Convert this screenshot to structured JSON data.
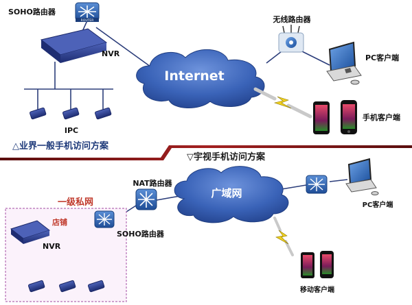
{
  "top": {
    "soho_router_label": "SOHO路由器",
    "router_badge": "ROUTER",
    "nvr_label": "NVR",
    "ipc_label": "IPC",
    "internet_label": "Internet",
    "wireless_router_label": "无线路由器",
    "pc_client_label": "PC客户端",
    "mobile_client_label": "手机客户端",
    "section_title": "△业界一般手机访问方案"
  },
  "bottom": {
    "section_title": "▽宇视手机访问方案",
    "nat_router_label": "NAT路由器",
    "wan_label": "广域网",
    "private_net_label": "一级私网",
    "store_label": "店铺",
    "nvr_label": "NVR",
    "soho_router_label": "SOHO路由器",
    "pc_client_label": "PC客户端",
    "mobile_client_label": "移动客户端"
  },
  "colors": {
    "cloud": "#3a63b8",
    "router": "#2f63ae",
    "nvr": "#2c3f91",
    "divider": "#8b1a1a",
    "title_red": "#c0392b",
    "private_box": "#b46bb4"
  }
}
